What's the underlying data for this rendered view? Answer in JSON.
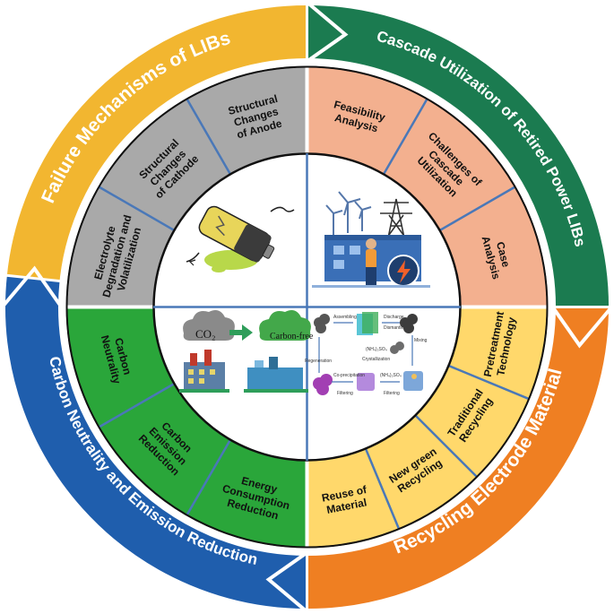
{
  "outer_ring": [
    {
      "key": "failure",
      "title": "Failure Mechanisms of LIBs",
      "color": "#F2B630"
    },
    {
      "key": "cascade",
      "title": "Cascade Utilization of Retired Power LIBs",
      "color": "#1B7B50"
    },
    {
      "key": "recycling",
      "title": "Recycling Electrode Material",
      "color": "#EF7F22"
    },
    {
      "key": "carbon",
      "title": "Carbon Neutrality and Emission Reduction",
      "color": "#1F5EAD"
    }
  ],
  "quadrants": {
    "failure": {
      "color": "#A9A9A9",
      "items": [
        [
          "Electrolyte",
          "Degradation and",
          "Volatilization"
        ],
        [
          "Structural",
          "Changes",
          "of Cathode"
        ],
        [
          "Structural",
          "Changes",
          "of Anode"
        ]
      ]
    },
    "cascade": {
      "color": "#F3B08F",
      "items": [
        [
          "Feasibility",
          "Analysis"
        ],
        [
          "Challenges of",
          "Cascade",
          "Utilization"
        ],
        [
          "Case",
          "Analysis"
        ]
      ]
    },
    "recycling": {
      "color": "#FFD86B",
      "items": [
        [
          "Pretreatment",
          "Technology"
        ],
        [
          "Traditional",
          "Recycling"
        ],
        [
          "New green",
          "Recycling"
        ],
        [
          "Reuse of",
          "Material"
        ]
      ]
    },
    "carbon": {
      "color": "#2AA63A",
      "items": [
        [
          "Energy",
          "Consumption",
          "Reduction"
        ],
        [
          "Carbon",
          "Emission",
          "Reduction"
        ],
        [
          "Carbon",
          "Neutrality"
        ]
      ]
    }
  },
  "center_labels": {
    "co2": "CO₂",
    "carbon_free": "Carbon-free",
    "process": {
      "assembling": "Assembling",
      "discharge": "Discharge",
      "dismantle": "Dismantle",
      "mixing": "Mixing",
      "crystallization": "Crystallization",
      "regeneration": "Regeneration",
      "co_precipitation": "Co-precipitation",
      "filtering": "Filtering",
      "lithium_salt_1": "(NH₄)₂SO₄",
      "lithium_salt_2": "(NH₄)₂SO₄"
    }
  },
  "colors": {
    "divider": "#4A78B8",
    "center_bg": "#ffffff",
    "outline": "#111111"
  }
}
